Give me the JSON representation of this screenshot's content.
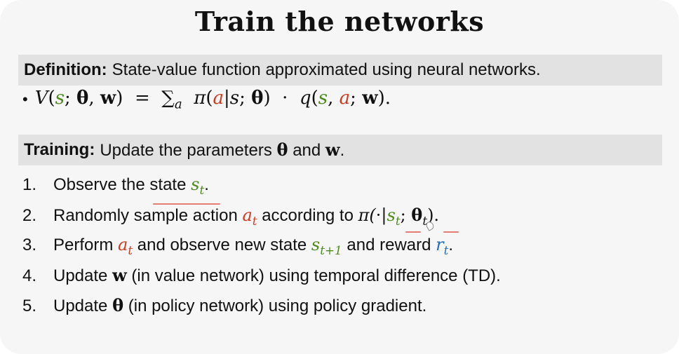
{
  "title": "Train the networks",
  "definition": {
    "label": "Definition:",
    "text": "State-value function approximated using neural networks.",
    "bullet": "•",
    "formula": {
      "lhs_fn": "V",
      "lhs_open": "(",
      "s": "s",
      "sep": ";",
      "theta": "θ",
      "comma": ",",
      "w": "w",
      "lhs_close": ")",
      "eq": "=",
      "sum": "∑",
      "sum_sub": "a",
      "pi": "π",
      "open2": "(",
      "a": "a",
      "bar": "|",
      "s2": "s",
      "sep2": ";",
      "theta2": "θ",
      "close2": ")",
      "dot": "·",
      "q": "q",
      "open3": "(",
      "s3": "s",
      "comma3": ",",
      "a3": "a",
      "sep3": ";",
      "w3": "w",
      "close3": ").",
      "end": ""
    }
  },
  "training": {
    "label": "Training:",
    "text_before": "Update the parameters",
    "theta": "θ",
    "and": "and",
    "w": "w",
    "period": "."
  },
  "steps": [
    {
      "num": "1.",
      "parts": [
        "Observe the state ",
        "s",
        "t",
        "."
      ]
    },
    {
      "num": "2.",
      "parts": [
        "Randomly sample action ",
        "a",
        "t",
        " according to ",
        "π(",
        "·",
        "|",
        "s",
        "t",
        "; ",
        "θ",
        "t",
        ")."
      ]
    },
    {
      "num": "3.",
      "parts": [
        "Perform ",
        "a",
        "t",
        " and observe new state ",
        "s",
        "t+1",
        " and reward ",
        "r",
        "t",
        "."
      ]
    },
    {
      "num": "4.",
      "parts": [
        "Update ",
        "w",
        " (in value network) using temporal difference (TD)."
      ]
    },
    {
      "num": "5.",
      "parts": [
        "Update ",
        "θ",
        " (in policy network) using policy gradient."
      ]
    }
  ],
  "colors": {
    "state": "#4f8a1e",
    "action": "#d23a1e",
    "reward": "#1f6fbf",
    "band": "#e2e2e2",
    "annotation": "#e0665a"
  }
}
